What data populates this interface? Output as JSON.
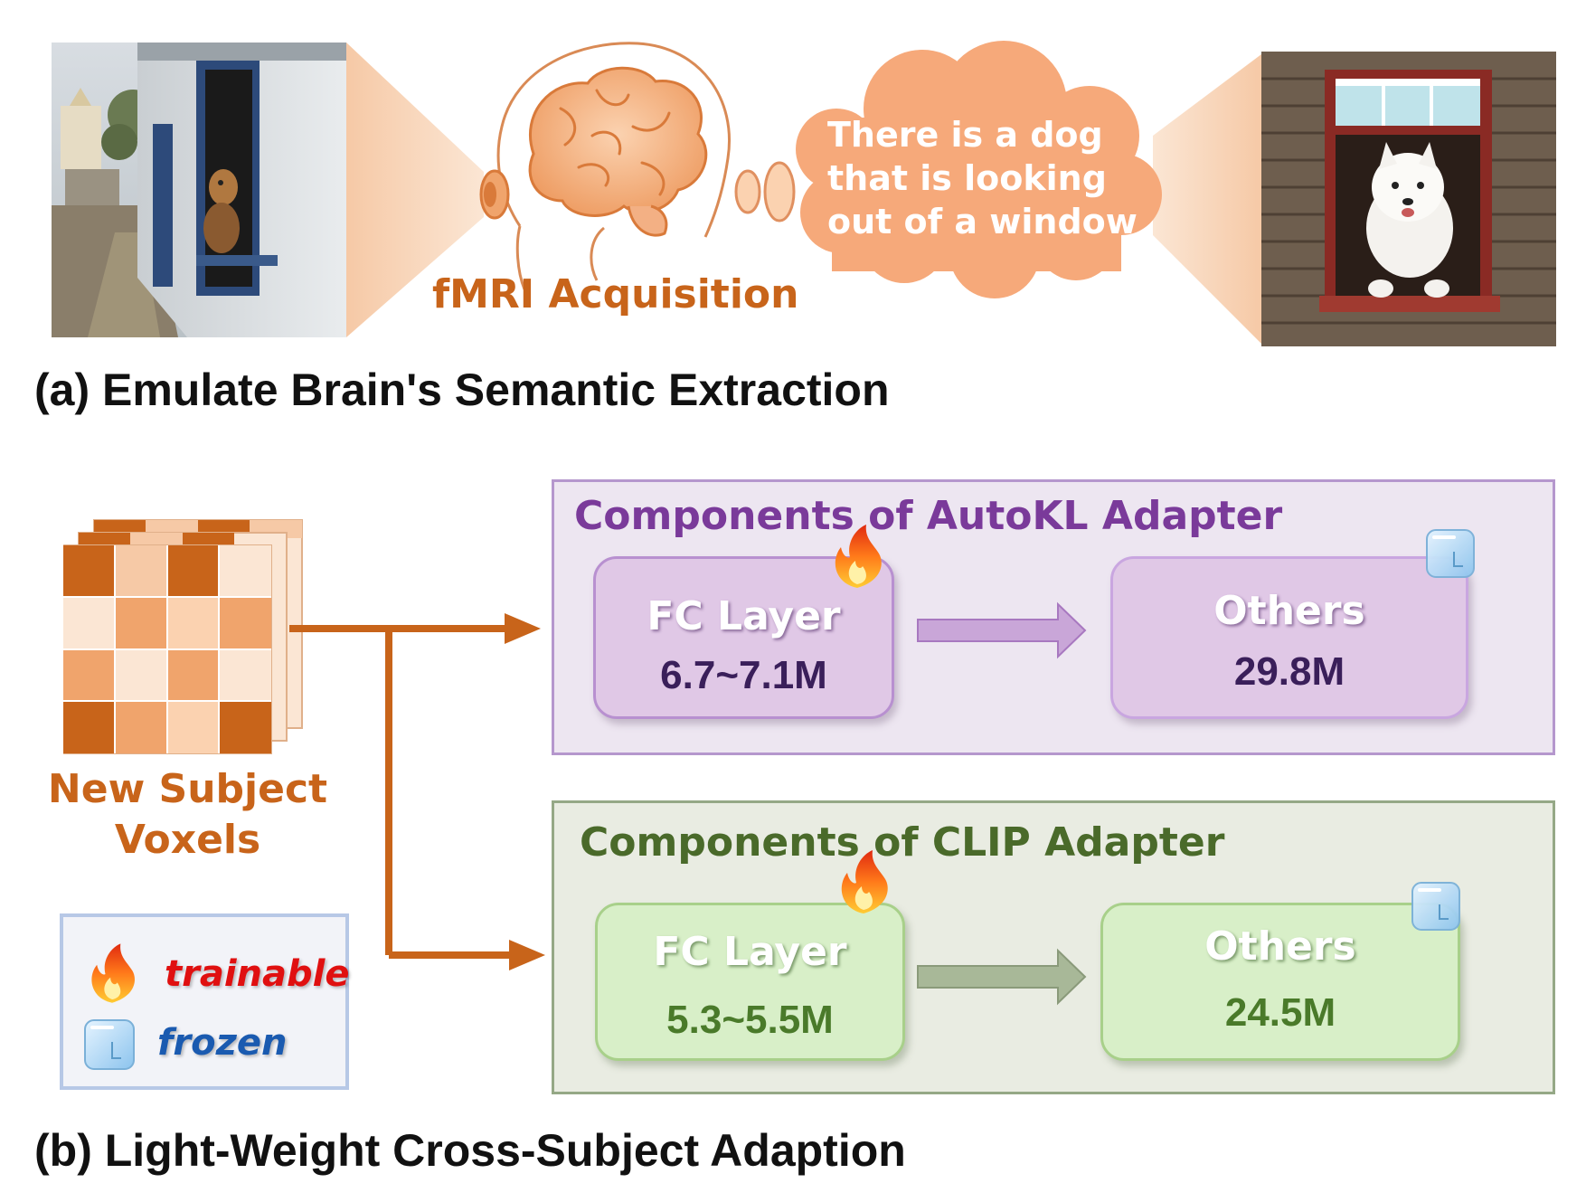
{
  "part_a": {
    "caption": "(a) Emulate Brain's Semantic Extraction",
    "acquisition_label": "fMRI Acquisition",
    "caption_bubble_lines": [
      "There is a dog",
      "that is looking",
      "out of a window"
    ]
  },
  "part_b": {
    "caption": "(b) Light-Weight Cross-Subject Adaption",
    "voxels_label_lines": [
      "New Subject",
      "Voxels"
    ],
    "autokl": {
      "title": "Components of AutoKL Adapter",
      "fc_label": "FC Layer",
      "fc_value": "6.7~7.1M",
      "others_label": "Others",
      "others_value": "29.8M"
    },
    "clip": {
      "title": "Components of CLIP Adapter",
      "fc_label": "FC Layer",
      "fc_value": "5.3~5.5M",
      "others_label": "Others",
      "others_value": "24.5M"
    },
    "legend": {
      "trainable": "trainable",
      "frozen": "frozen"
    }
  },
  "colors": {
    "orange": "#c8641a",
    "purple": "#7a3a9a",
    "green": "#4a6a2a",
    "trainable_red": "#e01010",
    "frozen_blue": "#1a5ab0"
  }
}
